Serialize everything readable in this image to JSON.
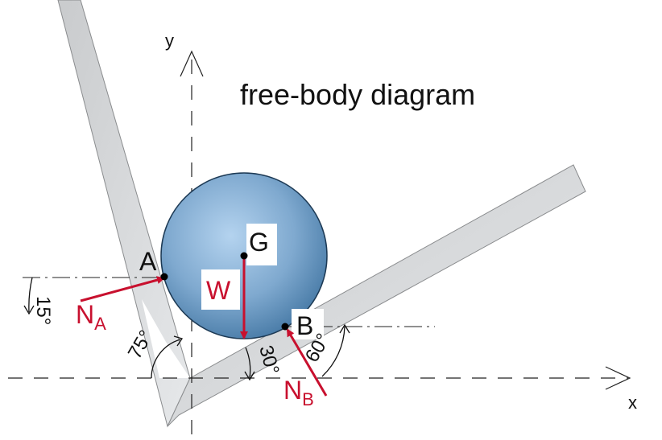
{
  "title": "free-body diagram",
  "axes": {
    "x_label": "x",
    "y_label": "y"
  },
  "points": {
    "A": "A",
    "B": "B",
    "G": "G"
  },
  "forces": {
    "NA": {
      "main": "N",
      "sub": "A"
    },
    "NB": {
      "main": "N",
      "sub": "B"
    },
    "W": {
      "main": "W"
    }
  },
  "angles": {
    "a15": "15°",
    "a75": "75°",
    "a30": "30°",
    "a60": "60°"
  },
  "colors": {
    "force": "#c8102e",
    "wall_fill": "#d4d6d8",
    "wall_stroke": "#7c7e80",
    "ball_light": "#aecdeb",
    "ball_dark": "#3f79a8",
    "ball_stroke": "#1d3a55"
  }
}
